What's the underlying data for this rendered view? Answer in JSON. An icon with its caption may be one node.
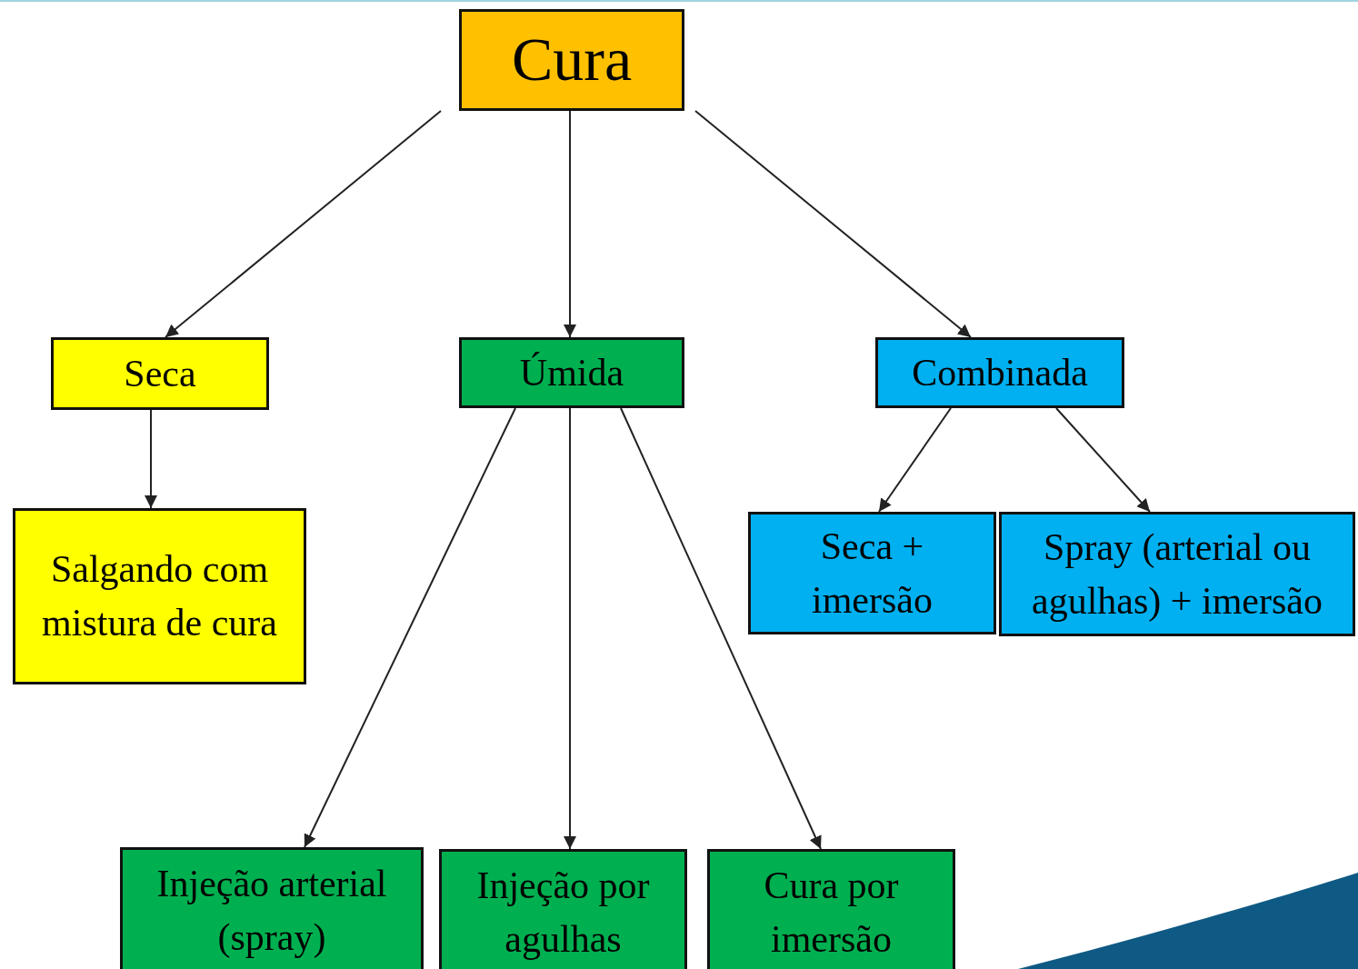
{
  "diagram": {
    "nodes": [
      {
        "text": [
          "Cura"
        ]
      },
      {
        "text": [
          "Seca"
        ]
      },
      {
        "text": [
          "Úmida"
        ]
      },
      {
        "text": [
          "Combinada"
        ]
      },
      {
        "text": [
          "Salgando com mistura de cura"
        ]
      },
      {
        "text": [
          "Injeção arterial (spray)"
        ]
      },
      {
        "text": [
          "Injeção por agulhas"
        ]
      },
      {
        "text": [
          "Cura por imersão"
        ]
      },
      {
        "text": [
          "Seca + imersão"
        ]
      },
      {
        "text": [
          "Spray (arterial ou agulhas) + imersão"
        ]
      }
    ],
    "edges": [
      {
        "from": 0,
        "to": 1,
        "arrow": "to"
      },
      {
        "from": 0,
        "to": 2,
        "arrow": "to"
      },
      {
        "from": 0,
        "to": 3,
        "arrow": "to"
      },
      {
        "from": 1,
        "to": 4,
        "arrow": "to"
      },
      {
        "from": 2,
        "to": 5,
        "arrow": "to"
      },
      {
        "from": 2,
        "to": 6,
        "arrow": "to"
      },
      {
        "from": 2,
        "to": 7,
        "arrow": "to"
      },
      {
        "from": 3,
        "to": 8,
        "arrow": "to"
      },
      {
        "from": 3,
        "to": 9,
        "arrow": "to"
      }
    ]
  }
}
